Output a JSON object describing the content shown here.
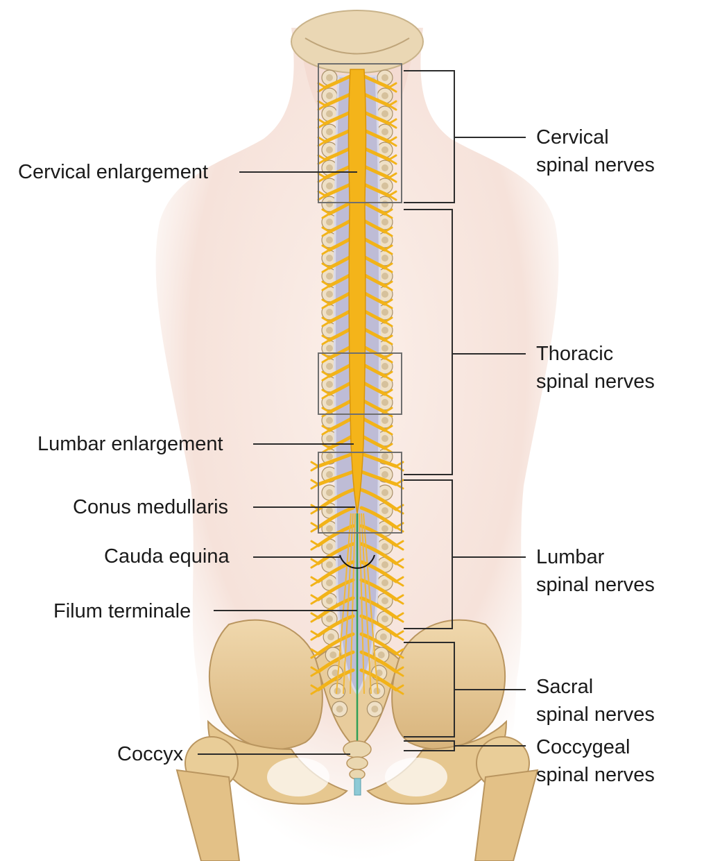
{
  "left_labels": {
    "cervical_enlargement": "Cervical enlargement",
    "lumbar_enlargement": "Lumbar enlargement",
    "conus_medullaris": "Conus medullaris",
    "cauda_equina": "Cauda equina",
    "filum_terminale": "Filum terminale",
    "coccyx": "Coccyx"
  },
  "right_labels": {
    "cervical": {
      "line1": "Cervical",
      "line2": "spinal nerves"
    },
    "thoracic": {
      "line1": "Thoracic",
      "line2": "spinal nerves"
    },
    "lumbar": {
      "line1": "Lumbar",
      "line2": "spinal nerves"
    },
    "sacral": {
      "line1": "Sacral",
      "line2": "spinal nerves"
    },
    "coccygeal": {
      "line1": "Coccygeal",
      "line2": "spinal nerves"
    }
  },
  "colors": {
    "skin": "#f6e3dc",
    "bone": "#e4c694",
    "bone_dark": "#b9955f",
    "nerve": "#f2b318",
    "dura": "#b8b6d2",
    "filum": "#2f9f57",
    "line": "#2b2b2b"
  }
}
